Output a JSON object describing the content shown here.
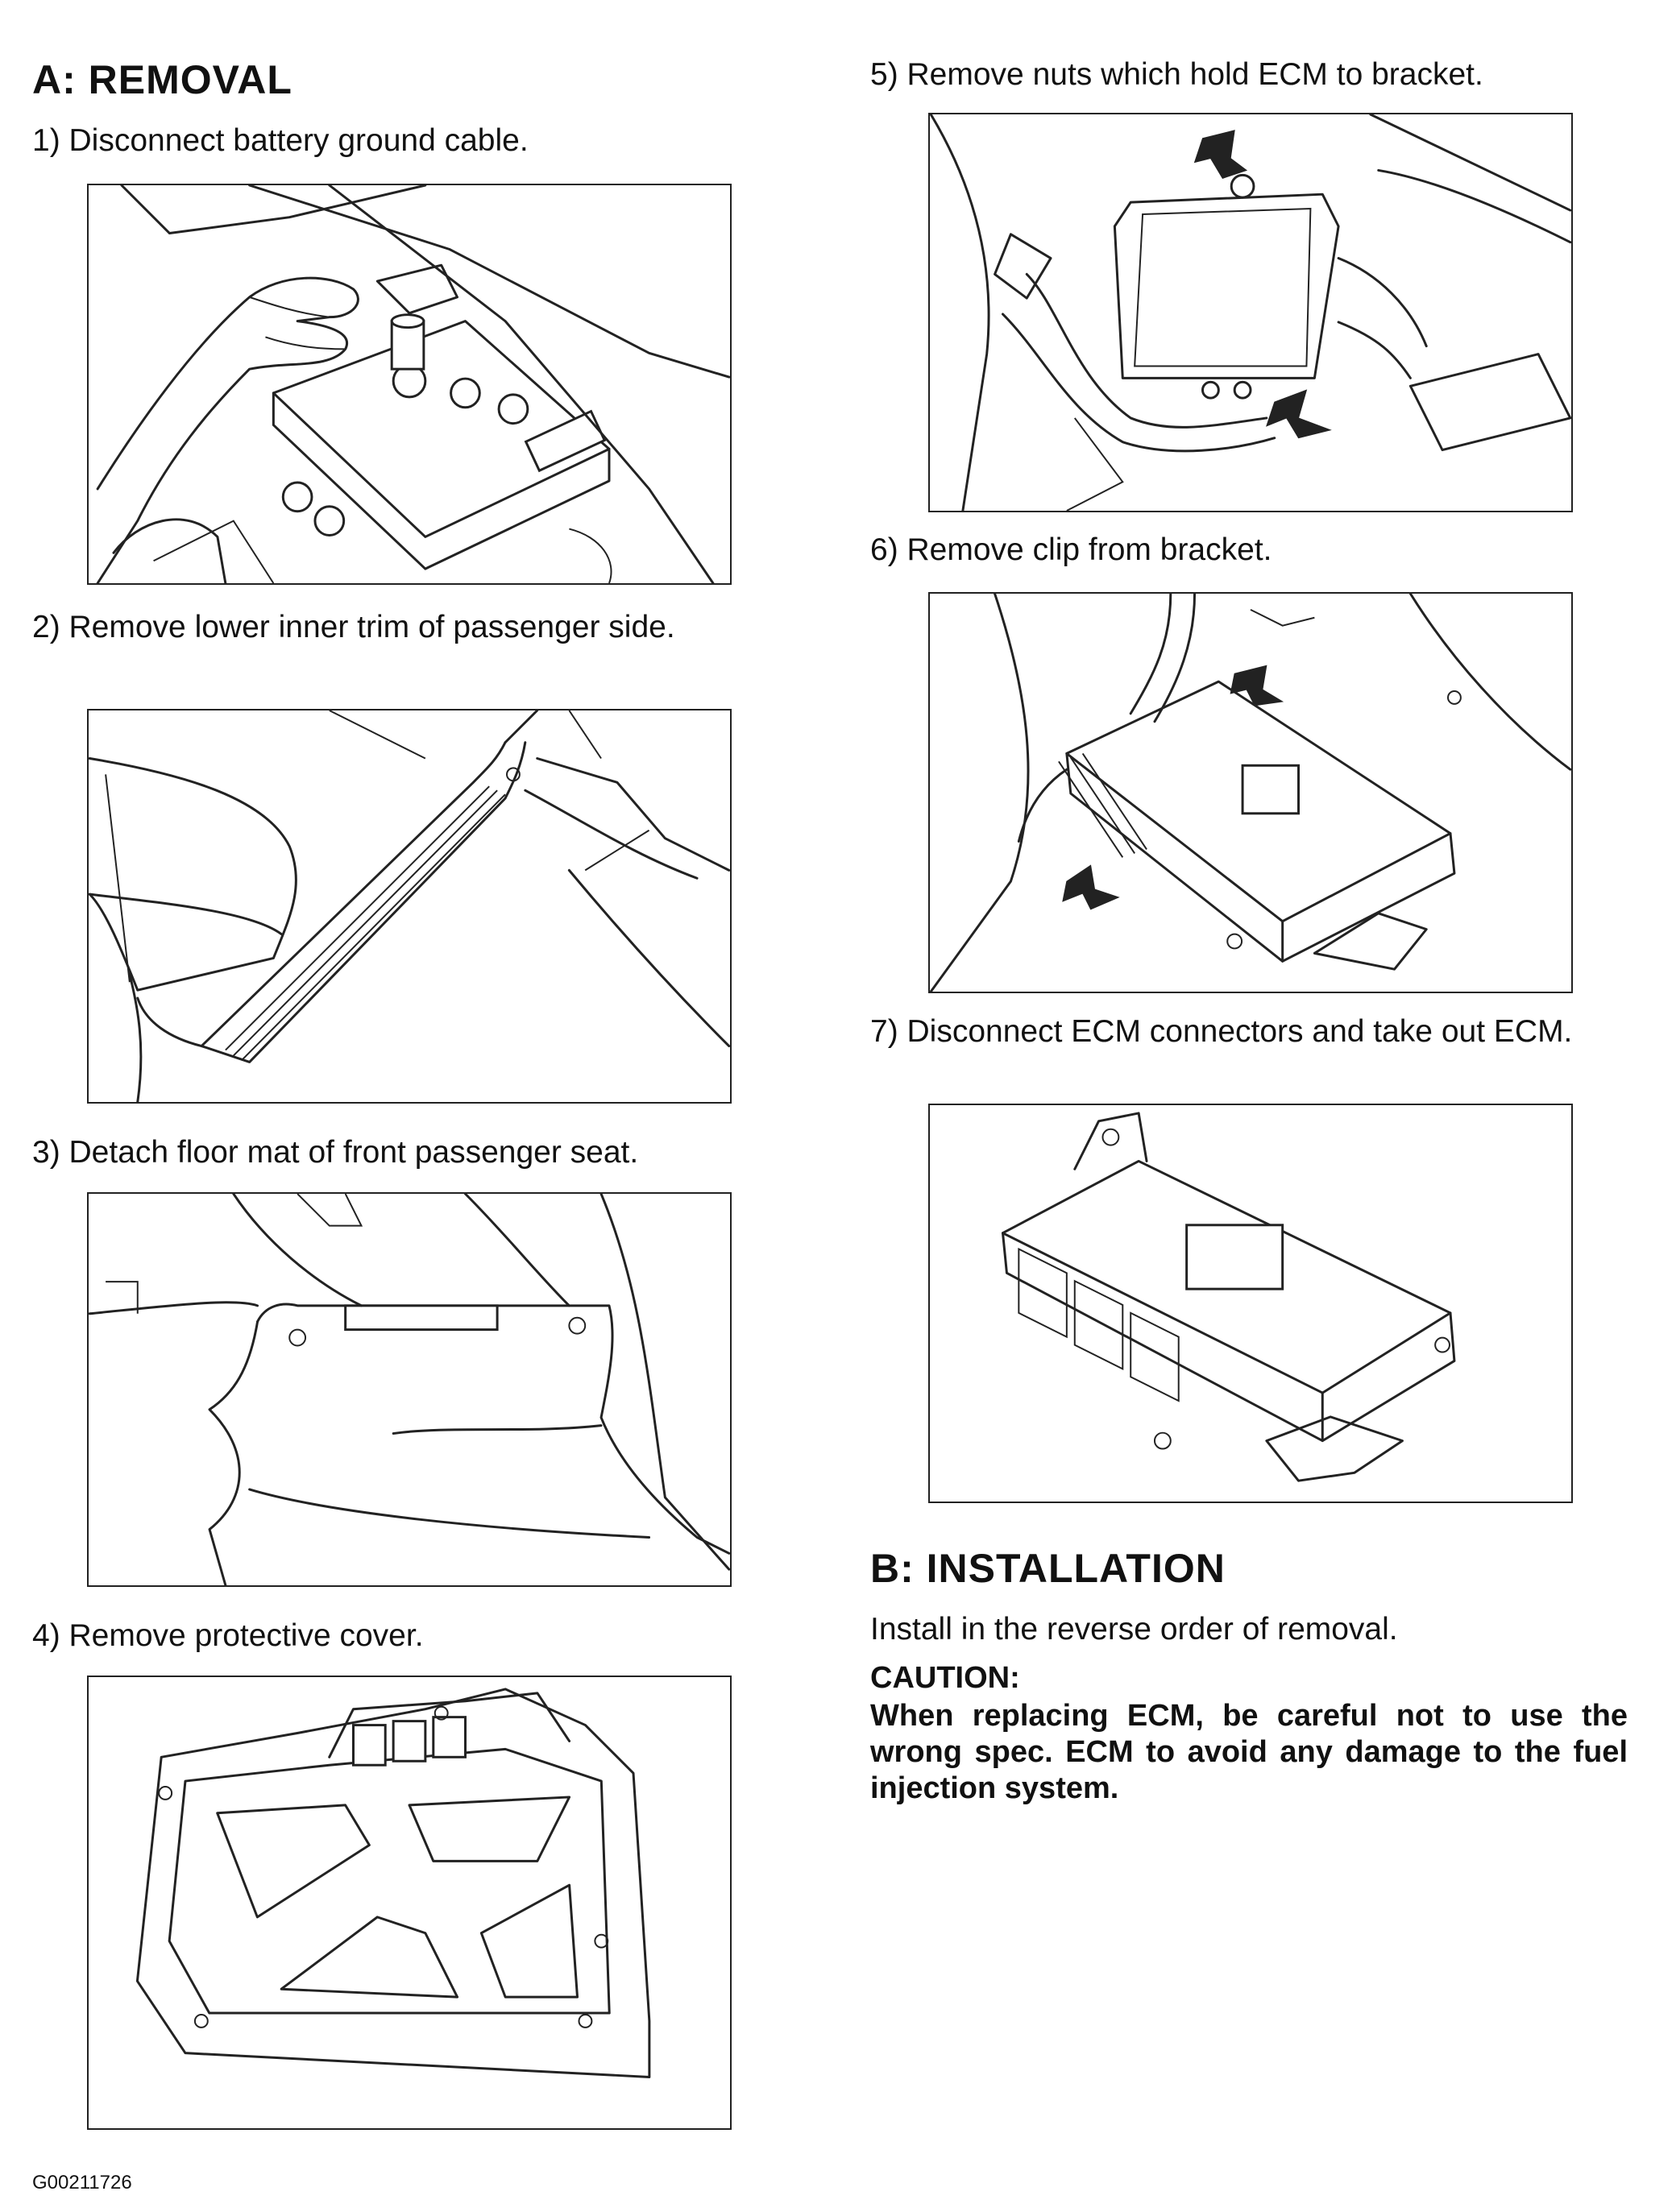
{
  "removal": {
    "heading": "A:  REMOVAL",
    "steps": [
      "1)  Disconnect battery ground cable.",
      "2)  Remove lower inner trim of passenger side.",
      "3)  Detach floor mat of front passenger seat.",
      "4)  Remove protective cover.",
      "5)  Remove nuts which hold ECM to bracket.",
      "6)  Remove clip from bracket.",
      "7) Disconnect  ECM  connectors  and  take  out ECM."
    ]
  },
  "installation": {
    "heading": "B:  INSTALLATION",
    "text": "Install in the reverse order of removal.",
    "caution_title": "CAUTION:",
    "caution_text": "When replacing ECM, be careful not to use the wrong spec. ECM to avoid any damage to the fuel injection system."
  },
  "footer": {
    "code": "G00211726"
  }
}
